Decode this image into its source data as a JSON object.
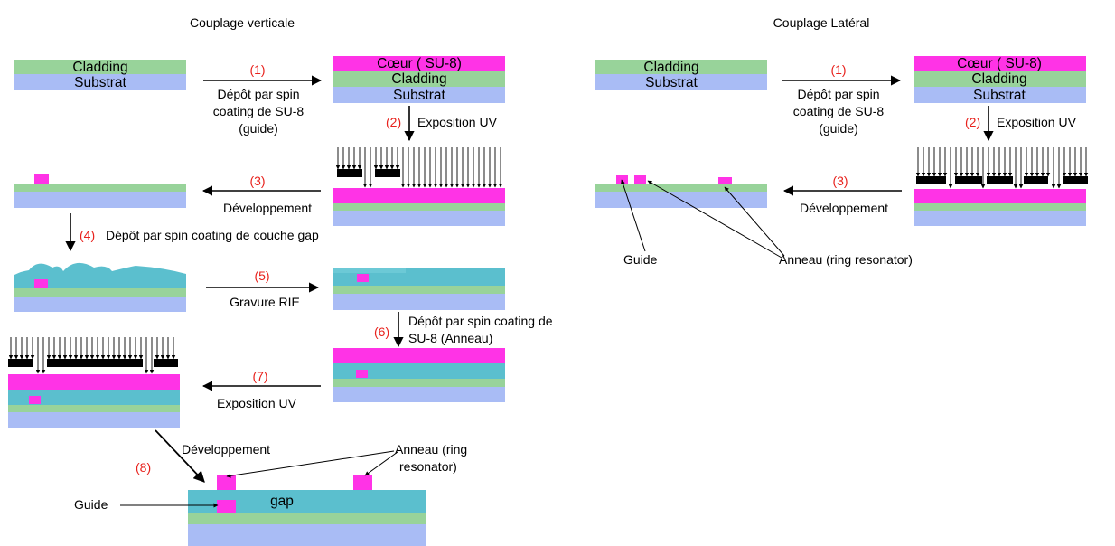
{
  "titles": {
    "vertical": "Couplage verticale",
    "lateral": "Couplage Latéral"
  },
  "layers": {
    "cladding": "Cladding",
    "substrat": "Substrat",
    "coeur": "Cœur ( SU-8)",
    "gap": "gap"
  },
  "steps": {
    "s1": "(1)",
    "s2": "(2)",
    "s3": "(3)",
    "s4": "(4)",
    "s5": "(5)",
    "s6": "(6)",
    "s7": "(7)",
    "s8": "(8)"
  },
  "labels": {
    "depot_l1": "Dépôt par spin",
    "depot_l2": "coating de SU-8",
    "depot_l3": "(guide)",
    "exposition_uv": "Exposition UV",
    "developpement": "Développement",
    "depot_gap": "Dépôt par spin coating de couche gap",
    "gravure": "Gravure RIE",
    "depot_anneau_l1": "Dépôt par spin coating de",
    "depot_anneau_l2": "SU-8 (Anneau)",
    "guide": "Guide",
    "anneau_l1": "Anneau (ring",
    "anneau_l2": "resonator)",
    "anneau_ring": "Anneau (ring resonator)"
  },
  "colors": {
    "cladding": "#98d39a",
    "substrat": "#a9bcf5",
    "coeur": "#ff33e6",
    "gap": "#5bbfce",
    "step": "#e8211c"
  }
}
